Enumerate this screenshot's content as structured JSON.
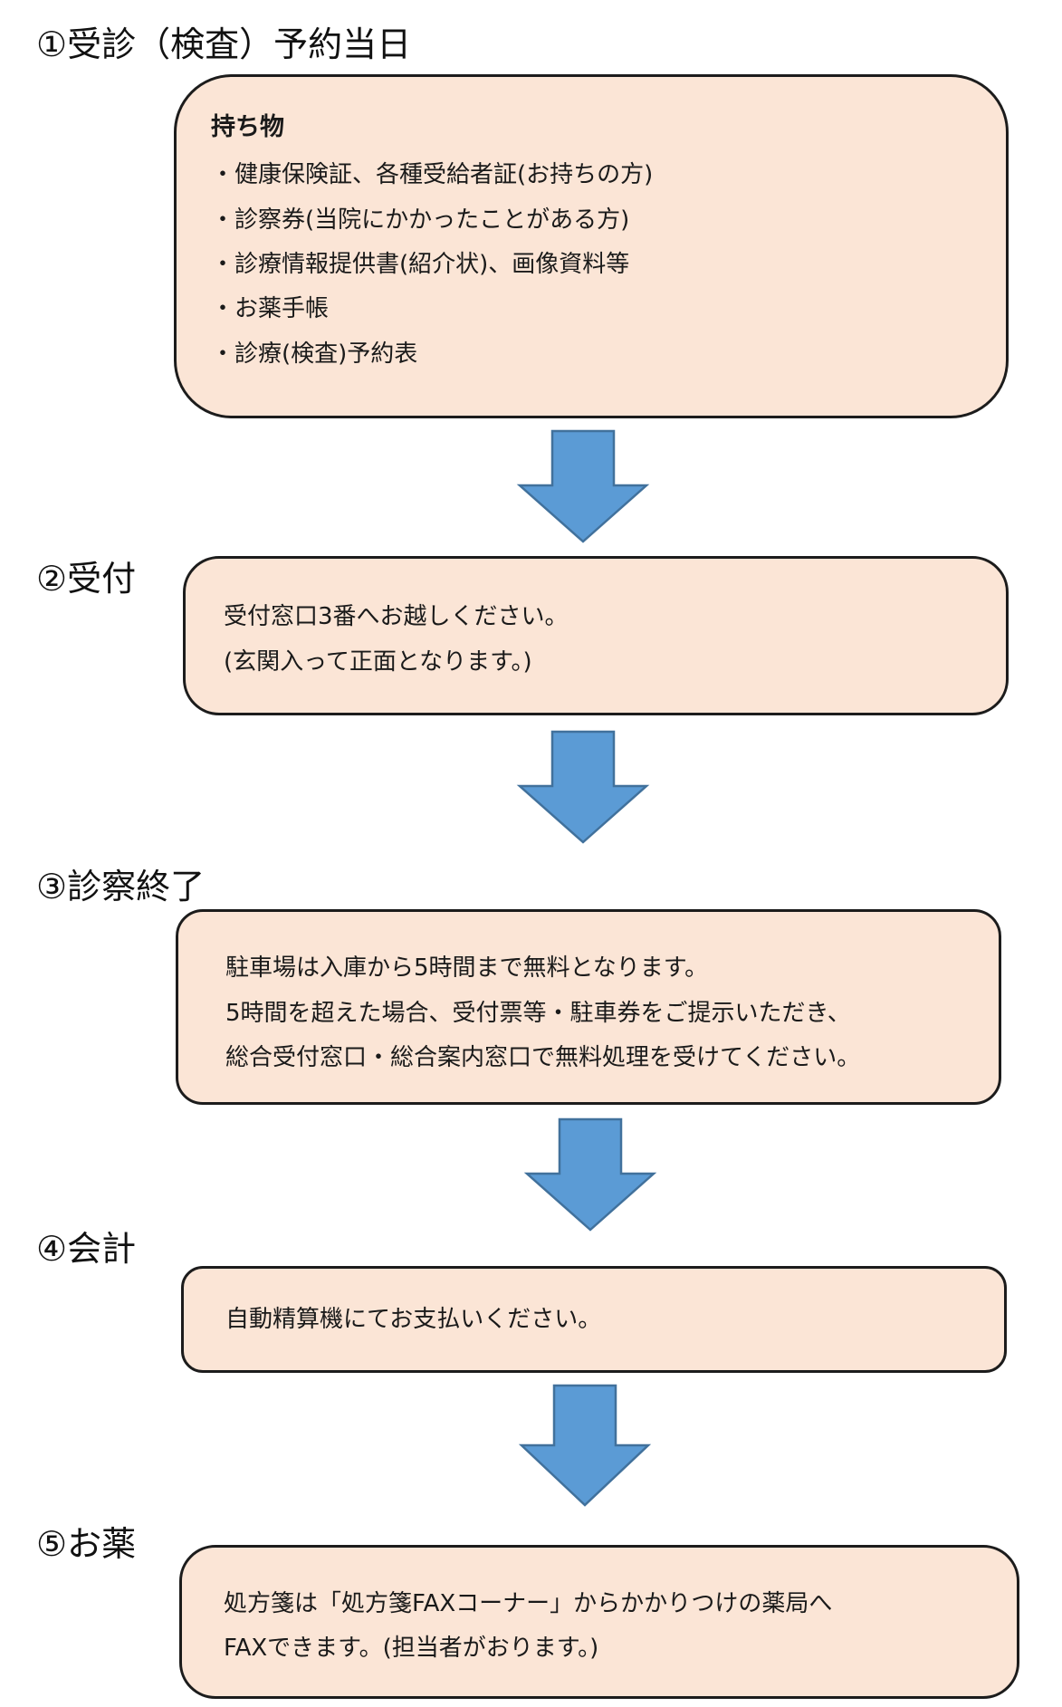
{
  "steps": [
    {
      "title": "①受診（検査）予約当日",
      "heading": "持ち物",
      "lines": [
        "・健康保険証、各種受給者証(お持ちの方)",
        "・診察券(当院にかかったことがある方)",
        "・診療情報提供書(紹介状)、画像資料等",
        "・お薬手帳",
        "・診療(検査)予約表"
      ]
    },
    {
      "title": "②受付",
      "lines": [
        "受付窓口3番へお越しください。",
        "(玄関入って正面となります。)"
      ]
    },
    {
      "title": "③診察終了",
      "lines": [
        "駐車場は入庫から5時間まで無料となります。",
        "5時間を超えた場合、受付票等・駐車券をご提示いただき、",
        "総合受付窓口・総合案内窓口で無料処理を受けてください。"
      ]
    },
    {
      "title": "④会計",
      "lines": [
        "自動精算機にてお支払いください。"
      ]
    },
    {
      "title": "⑤お薬",
      "lines": [
        "処方箋は「処方箋FAXコーナー」からかかりつけの薬局へ",
        "FAXできます。(担当者がおります。)"
      ]
    }
  ],
  "colors": {
    "box_fill": "#fbe5d6",
    "box_border": "#1c1c1c",
    "arrow_fill": "#5b9bd5",
    "arrow_border": "#41719c"
  },
  "arrow_icon": "down-arrow-icon"
}
